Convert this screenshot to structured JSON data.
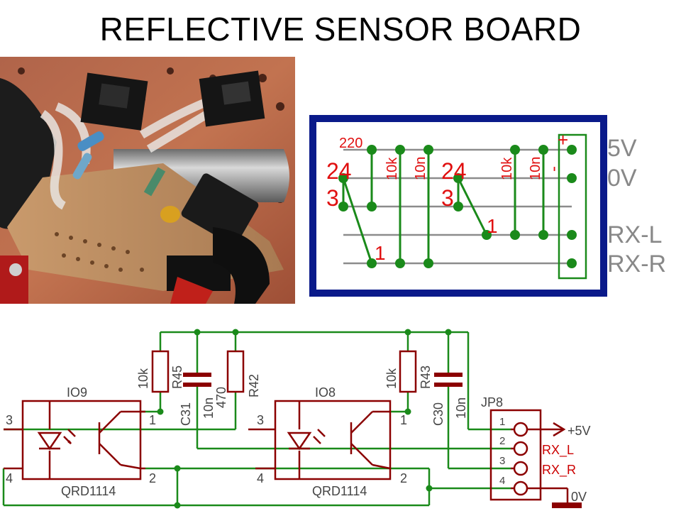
{
  "title": "REFLECTIVE SENSOR BOARD",
  "photo": {
    "subject": "perfboard-with-two-reflective-sensors"
  },
  "layout": {
    "colors": {
      "frame": "#0a1a8a",
      "trace": "#8c8c8c",
      "wire": "#1a8a1a",
      "label": "#e01010",
      "pin_label": "#888888"
    },
    "labels": {
      "r_left": "220",
      "r_left_b": "10k",
      "c_left": "10n",
      "r_right": "10k",
      "c_right": "10n",
      "s1_pins_top": "24",
      "s1_pin3": "3",
      "s1_pin1": "1",
      "s2_pins_top": "24",
      "s2_pin3": "3",
      "s2_pin1": "1",
      "plus": "+",
      "minus": "-"
    },
    "rails": [
      "5V",
      "0V",
      "RX-L",
      "RX-R"
    ]
  },
  "schematic": {
    "colors": {
      "component": "#8b0000",
      "wire": "#1a8a1a",
      "red_text": "#cc0000",
      "text": "#444444"
    },
    "parts": {
      "io9_name": "IO9",
      "io9_part": "QRD1114",
      "io9_pin3": "3",
      "io9_pin4": "4",
      "io9_pin1": "1",
      "io9_pin2": "2",
      "io8_name": "IO8",
      "io8_part": "QRD1114",
      "io8_pin3": "3",
      "io8_pin4": "4",
      "io8_pin1": "1",
      "io8_pin2": "2",
      "r45_value": "10k",
      "r45_name": "R45",
      "c31_name": "C31",
      "c31_value": "10n",
      "r42_value": "470",
      "r42_name": "R42",
      "r43_value": "10k",
      "r43_name": "R43",
      "c30_name": "C30",
      "c30_value": "10n",
      "jp8_name": "JP8",
      "jp8_pin1": "1",
      "jp8_pin2": "2",
      "jp8_pin3": "3",
      "jp8_pin4": "4",
      "net_5v": "+5V",
      "net_rxl": "RX_L",
      "net_rxr": "RX_R",
      "net_0v": "0V"
    }
  }
}
